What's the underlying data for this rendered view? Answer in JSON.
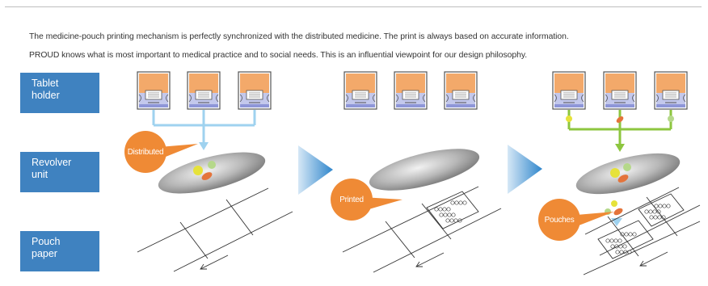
{
  "intro": {
    "line1": "The medicine-pouch printing mechanism is perfectly synchronized with the distributed medicine. The print is always based on accurate information.",
    "line2": "PROUD knows what is most important to medical practice and to social needs. This is an influential viewpoint for our design philosophy."
  },
  "labels": {
    "tablet_holder": [
      "Tablet",
      "holder"
    ],
    "revolver_unit": [
      "Revolver",
      "unit"
    ],
    "pouch_paper": [
      "Pouch",
      "paper"
    ]
  },
  "callouts": {
    "distributed": "Distributed",
    "printed": "Printed",
    "pouches": "Pouches"
  },
  "colors": {
    "label_bg": "#3f82c0",
    "callout": "#ef8a35",
    "arrow_blue": "#9fd2ef",
    "arrow_green": "#8dc63f",
    "holder_top": "#f3a96a",
    "holder_bottom": "#c3c8ec"
  }
}
